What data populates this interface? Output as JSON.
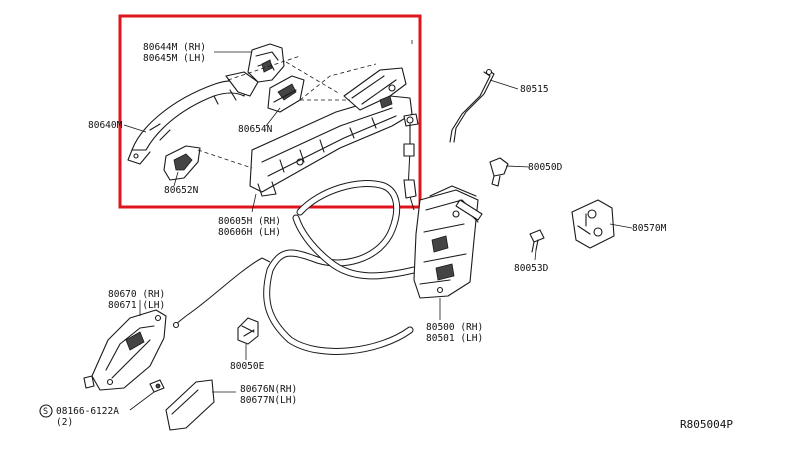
{
  "diagram_id": "R805004P",
  "highlight_color": "#e0141c",
  "labels": {
    "p80644": "80644M (RH)",
    "p80645": "80645M (LH)",
    "p80640": "80640M",
    "p80654": "80654N",
    "p80652": "80652N",
    "p80605": "80605H (RH)",
    "p80606": "80606H (LH)",
    "p80515": "80515",
    "p80050d": "80050D",
    "p80570": "80570M",
    "p80053": "80053D",
    "p80670": "80670 (RH)",
    "p80671": "80671 (LH)",
    "p80050e": "80050E",
    "p80500": "80500 (RH)",
    "p80501": "80501 (LH)",
    "p80676": "80676N(RH)",
    "p80677": "80677N(LH)",
    "p08166": "08166-6122A",
    "p08166_qty": "(2)",
    "screw_symbol": "S"
  }
}
